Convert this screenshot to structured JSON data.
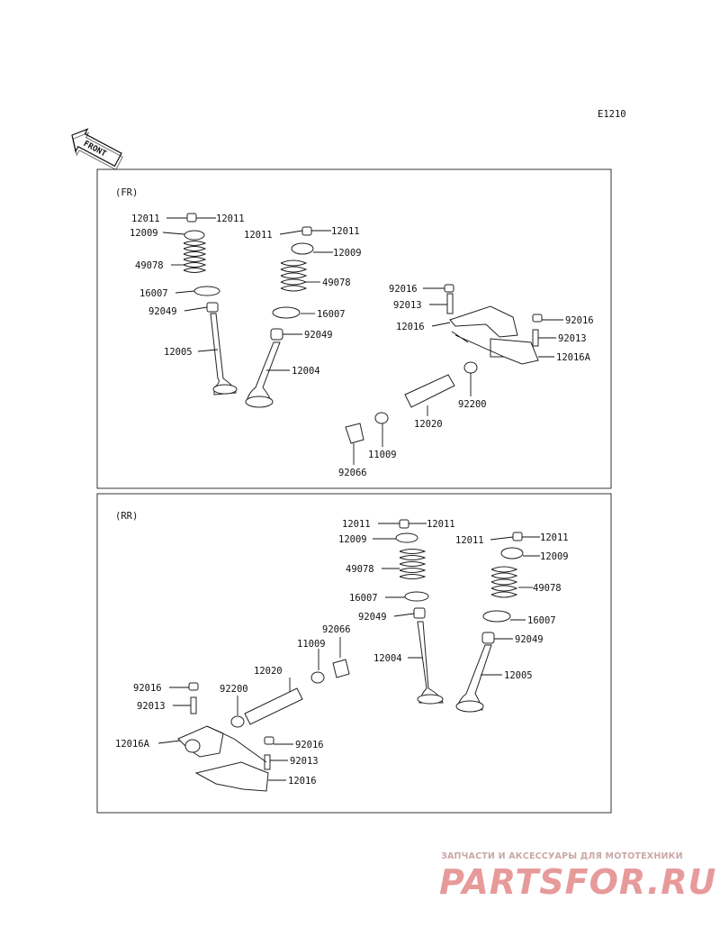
{
  "diagram_code": "E1210",
  "front_label": "FRONT",
  "panels": {
    "fr": {
      "title": "(FR)",
      "labels": [
        "12011",
        "12011",
        "12009",
        "49078",
        "16007",
        "92049",
        "12005",
        "12011",
        "12011",
        "12009",
        "49078",
        "16007",
        "92049",
        "12004",
        "92016",
        "92013",
        "12016",
        "92016",
        "92013",
        "12016A",
        "92200",
        "12020",
        "11009",
        "92066"
      ]
    },
    "rr": {
      "title": "(RR)",
      "labels": [
        "12011",
        "12011",
        "12009",
        "49078",
        "16007",
        "92049",
        "12004",
        "12011",
        "12011",
        "12009",
        "49078",
        "16007",
        "92049",
        "12005",
        "92066",
        "11009",
        "12020",
        "92200",
        "92016",
        "92013",
        "12016A",
        "92016",
        "92013",
        "12016"
      ]
    }
  },
  "watermark": {
    "tagline": "ЗАПЧАСТИ И АКСЕССУАРЫ ДЛЯ МОТОТЕХНИКИ",
    "logo": "PARTSFOR.RU"
  }
}
